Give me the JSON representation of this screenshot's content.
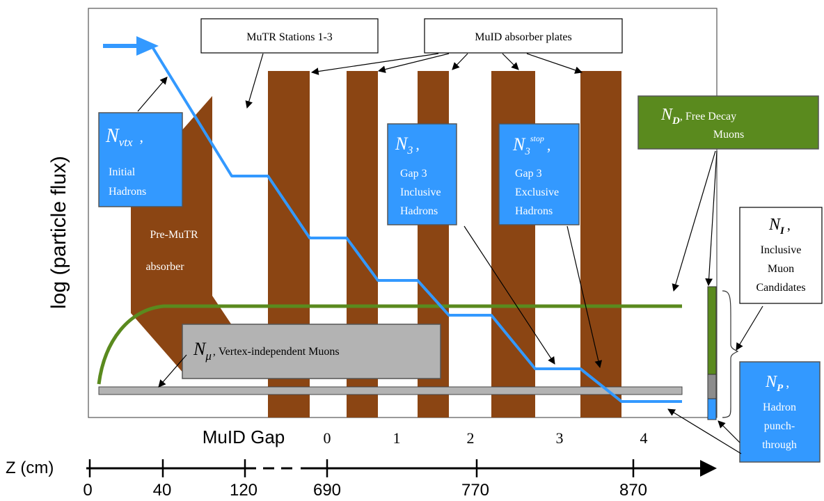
{
  "y_axis_label": "log (particle flux)",
  "callouts": {
    "mutr_stations": "MuTR Stations 1-3",
    "muid_absorber": "MuID absorber plates",
    "pre_mutr_line1": "Pre-MuTR",
    "pre_mutr_line2": "absorber"
  },
  "boxes": {
    "n_vtx": {
      "symbol": "N",
      "sub": "vtx",
      "comma": ",",
      "lines": [
        "Initial",
        "Hadrons"
      ],
      "color": "#3399ff"
    },
    "n_3": {
      "symbol": "N",
      "sub": "3",
      "comma": ",",
      "lines": [
        "Gap 3",
        "Inclusive",
        "Hadrons"
      ],
      "color": "#3399ff"
    },
    "n_3_stop": {
      "symbol": "N",
      "sub": "3",
      "sup": "stop",
      "comma": ",",
      "lines": [
        "Gap 3",
        "Exclusive",
        "Hadrons"
      ],
      "color": "#3399ff"
    },
    "n_d": {
      "symbol": "N",
      "sub": "D",
      "text": ", Free Decay",
      "line2": "Muons",
      "color": "#5a8a1e"
    },
    "n_mu": {
      "symbol": "N",
      "sub": "μ",
      "text": ", Vertex-independent Muons",
      "color": "#b3b3b3"
    },
    "n_i": {
      "symbol": "N",
      "sub": "I",
      "comma": ",",
      "lines": [
        "Inclusive",
        "Muon",
        "Candidates"
      ],
      "color": "#ffffff"
    },
    "n_p": {
      "symbol": "N",
      "sub": "P",
      "comma": ",",
      "lines": [
        "Hadron",
        "punch-",
        "through"
      ],
      "color": "#3399ff"
    }
  },
  "muid_gap": {
    "label": "MuID Gap",
    "gaps": [
      "0",
      "1",
      "2",
      "3",
      "4"
    ]
  },
  "z_axis": {
    "label": "Z (cm)",
    "ticks": [
      "0",
      "40",
      "120",
      "690",
      "770",
      "870"
    ]
  },
  "colors": {
    "absorber": "#8b4513",
    "hadron_line": "#3399ff",
    "muon_line": "#5a8a1e",
    "vertex_muon_bar": "#b3b3b3"
  }
}
